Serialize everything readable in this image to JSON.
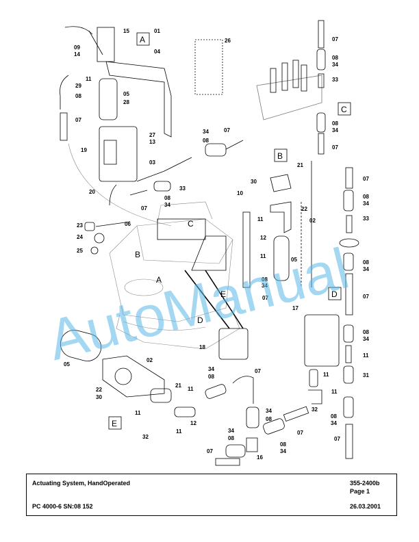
{
  "title_block": {
    "title": "Actuating System, HandOperated",
    "doc_number": "355-2400b",
    "page": "Page 1",
    "model": "PC 4000-6 SN:08 152",
    "date": "26.03.2001"
  },
  "watermark": "AutoManual",
  "sections": [
    "A",
    "B",
    "C",
    "D",
    "E"
  ],
  "callouts": [
    "01",
    "02",
    "03",
    "04",
    "05",
    "06",
    "07",
    "08",
    "09",
    "10",
    "11",
    "12",
    "13",
    "14",
    "15",
    "16",
    "17",
    "18",
    "19",
    "20",
    "21",
    "22",
    "23",
    "24",
    "25",
    "26",
    "27",
    "28",
    "29",
    "30",
    "31",
    "32",
    "33",
    "34"
  ],
  "colors": {
    "watermark": "#5ab8e6",
    "line": "#000000"
  }
}
